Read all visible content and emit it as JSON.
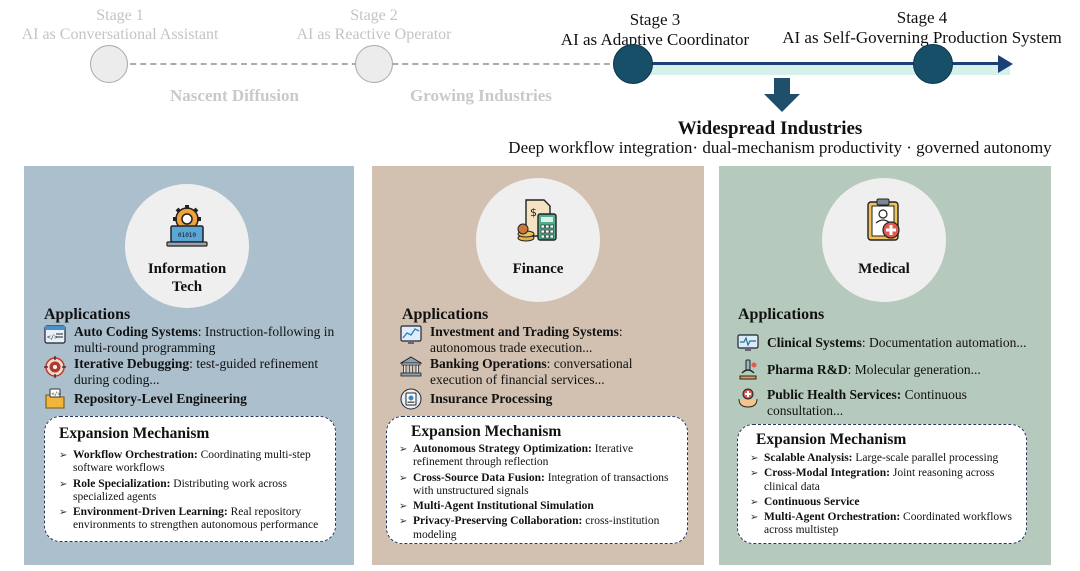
{
  "timeline": {
    "stages": [
      {
        "number": "Stage 1",
        "title": "AI as Conversational Assistant"
      },
      {
        "number": "Stage 2",
        "title": "AI as Reactive Operator"
      },
      {
        "number": "Stage 3",
        "title": "AI as Adaptive Coordinator"
      },
      {
        "number": "Stage 4",
        "title": "AI as Self-Governing Production System"
      }
    ],
    "phases": [
      "Nascent Diffusion",
      "Growing Industries"
    ],
    "widespread": {
      "title": "Widespread Industries",
      "subtitle": "Deep workflow integration· dual-mechanism productivity · governed autonomy"
    },
    "colors": {
      "past": "#c4c4c4",
      "current": "#174f69",
      "arrow": "#1d3f77",
      "glow": "#d6f1ec"
    }
  },
  "panels": {
    "it": {
      "name_line1": "Information",
      "name_line2": "Tech",
      "icon": "gear-laptop-icon",
      "color": "#abbfcd",
      "applications_heading": "Applications",
      "applications": [
        {
          "icon": "code-window-icon",
          "title": "Auto Coding Systems",
          "desc_line1": ": Instruction-following in",
          "desc_line2": "multi-round programming"
        },
        {
          "icon": "bug-target-icon",
          "title": "Iterative Debugging",
          "desc_line1": ": test-guided refinement",
          "desc_line2": "during coding..."
        },
        {
          "icon": "code-folder-icon",
          "title": "Repository-Level Engineering",
          "desc_line1": "",
          "desc_line2": ""
        }
      ],
      "mechanism_heading": "Expansion Mechanism",
      "mechanisms": [
        {
          "title": "Workflow Orchestration:",
          "desc": " Coordinating multi-step software workflows"
        },
        {
          "title": "Role Specialization:",
          "desc": " Distributing work across specialized agents"
        },
        {
          "title": "Environment-Driven Learning:",
          "desc": " Real repository environments to strengthen autonomous performance"
        }
      ]
    },
    "finance": {
      "name": "Finance",
      "icon": "calculator-coins-icon",
      "color": "#d2c1b1",
      "applications_heading": "Applications",
      "applications": [
        {
          "icon": "trading-chart-icon",
          "title": "Investment and Trading Systems",
          "desc_line1": ":",
          "desc_line2": "autonomous trade execution..."
        },
        {
          "icon": "bank-icon",
          "title": "Banking Operations",
          "desc_line1": ": conversational",
          "desc_line2": "execution of financial services..."
        },
        {
          "icon": "insurance-icon",
          "title": "Insurance Processing",
          "desc_line1": "",
          "desc_line2": ""
        }
      ],
      "mechanism_heading": "Expansion Mechanism",
      "mechanisms": [
        {
          "title": "Autonomous Strategy Optimization:",
          "desc": " Iterative refinement through reflection"
        },
        {
          "title": "Cross-Source Data Fusion:",
          "desc": " Integration of transactions with unstructured signals"
        },
        {
          "title": "Multi-Agent Institutional Simulation",
          "desc": ""
        },
        {
          "title": "Privacy-Preserving Collaboration:",
          "desc": " cross-institution modeling"
        }
      ]
    },
    "medical": {
      "name": "Medical",
      "icon": "medical-clipboard-icon",
      "color": "#b5cabc",
      "applications_heading": "Applications",
      "applications": [
        {
          "icon": "clinical-monitor-icon",
          "title": "Clinical Systems",
          "desc_line1": ": Documentation automation...",
          "desc_line2": ""
        },
        {
          "icon": "pharma-microscope-icon",
          "title": "Pharma R&D",
          "desc_line1": ": Molecular generation...",
          "desc_line2": ""
        },
        {
          "icon": "health-hands-icon",
          "title": "Public Health Services:",
          "desc_line1": " Continuous",
          "desc_line2": "consultation..."
        }
      ],
      "mechanism_heading": "Expansion Mechanism",
      "mechanisms": [
        {
          "title": "Scalable Analysis:",
          "desc": " Large-scale parallel processing"
        },
        {
          "title": "Cross-Modal Integration:",
          "desc": " Joint reasoning across clinical data"
        },
        {
          "title": "Continuous Service",
          "desc": ""
        },
        {
          "title": "Multi-Agent Orchestration:",
          "desc": " Coordinated workflows across multistep"
        }
      ]
    }
  }
}
